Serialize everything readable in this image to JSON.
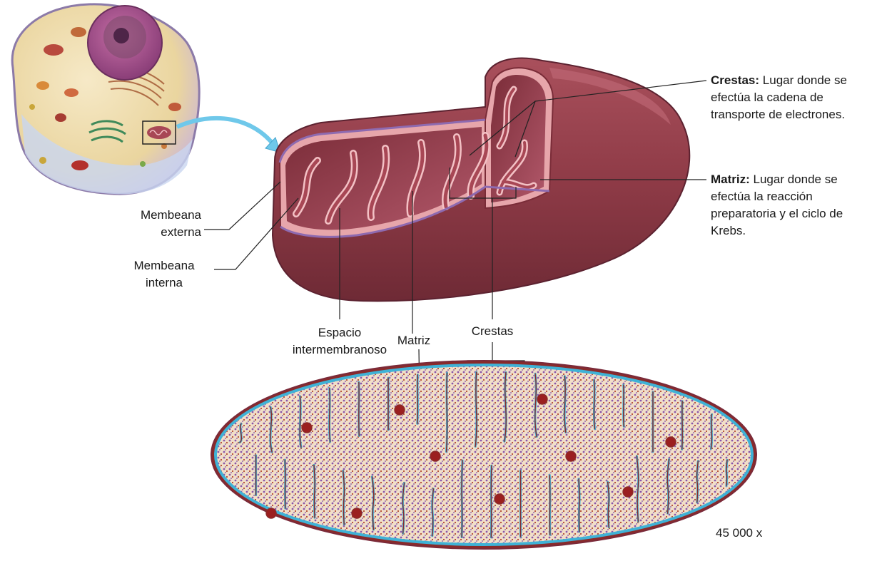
{
  "labels": {
    "membrana_externa": [
      "Membeana",
      "externa"
    ],
    "membrana_interna": [
      "Membeana",
      "interna"
    ],
    "espacio": [
      "Espacio",
      "intermembranoso"
    ],
    "matriz": "Matriz",
    "crestas": "Crestas"
  },
  "descriptions": {
    "crestas": {
      "term": "Crestas:",
      "text": "Lugar donde se efectúa la cadena de transporte de electrones."
    },
    "matriz": {
      "term": "Matriz:",
      "text": "Lugar donde se efectúa la reacción preparatoria y el ciclo de Krebs."
    }
  },
  "magnification": "45 000 x",
  "colors": {
    "outer_membrane": "#8e3b45",
    "inner_membrane": "#e8a0a4",
    "matrix": "#a84755",
    "em_membrane": "#3fb2d6",
    "em_matrix": "#7a4ba0",
    "arrow": "#6fc8ea"
  }
}
